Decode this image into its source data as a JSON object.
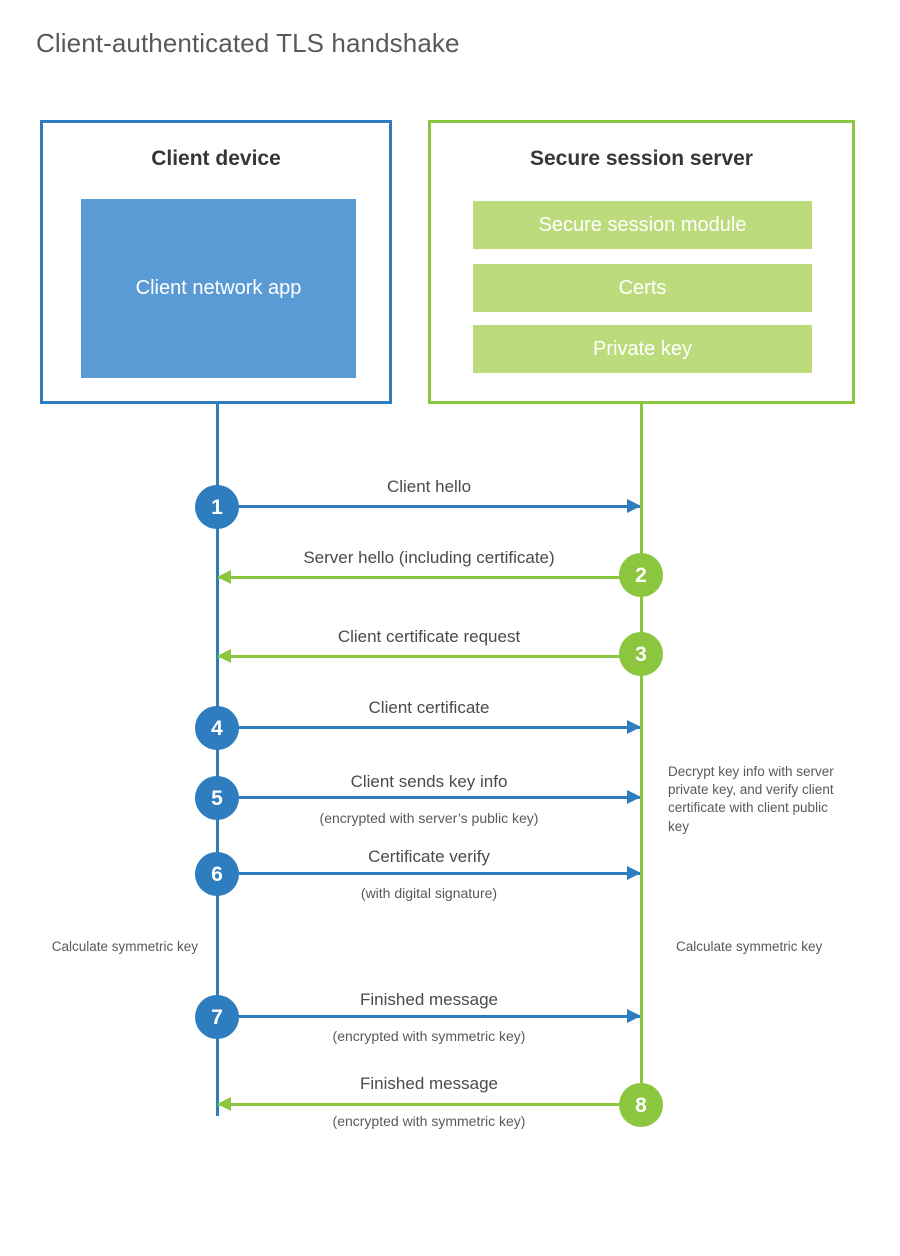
{
  "title": "Client-authenticated TLS handshake",
  "colors": {
    "client_accent": "#2e7dbe",
    "server_accent": "#8cc63e",
    "client_app_fill": "#5b9bd5",
    "server_bar_fill": "#bcdb7c",
    "title_text": "#58595b"
  },
  "client": {
    "title": "Client device",
    "app_label": "Client network app"
  },
  "server": {
    "title": "Secure session server",
    "components": [
      {
        "label": "Secure session module"
      },
      {
        "label": "Certs"
      },
      {
        "label": "Private key"
      }
    ]
  },
  "steps": [
    {
      "number": "1",
      "label": "Client hello",
      "sublabel": "",
      "origin": "client",
      "direction": "to-right"
    },
    {
      "number": "2",
      "label": "Server hello (including certificate)",
      "sublabel": "",
      "origin": "server",
      "direction": "to-left"
    },
    {
      "number": "3",
      "label": "Client certificate request",
      "sublabel": "",
      "origin": "server",
      "direction": "to-left"
    },
    {
      "number": "4",
      "label": "Client certificate",
      "sublabel": "",
      "origin": "client",
      "direction": "to-right"
    },
    {
      "number": "5",
      "label": "Client sends key info",
      "sublabel": "(encrypted with server’s public key)",
      "origin": "client",
      "direction": "to-right"
    },
    {
      "number": "6",
      "label": "Certificate verify",
      "sublabel": "(with digital signature)",
      "origin": "client",
      "direction": "to-right"
    },
    {
      "number": "7",
      "label": "Finished message",
      "sublabel": "(encrypted with symmetric key)",
      "origin": "client",
      "direction": "to-right"
    },
    {
      "number": "8",
      "label": "Finished message",
      "sublabel": "(encrypted with symmetric key)",
      "origin": "server",
      "direction": "to-left"
    }
  ],
  "notes": {
    "server_decrypt": "Decrypt key info with server private key, and verify client certificate with client public key",
    "client_calculate": "Calculate symmetric key",
    "server_calculate": "Calculate symmetric key"
  }
}
